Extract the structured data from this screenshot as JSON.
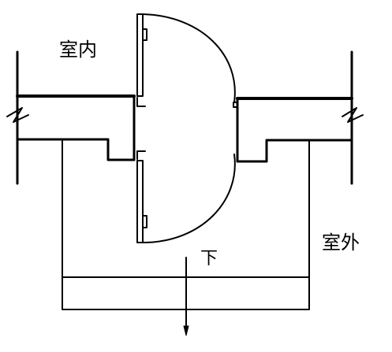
{
  "labels": {
    "indoor": "室内",
    "outdoor": "室外",
    "down": "下"
  },
  "colors": {
    "stroke": "#000000",
    "background": "#ffffff"
  }
}
